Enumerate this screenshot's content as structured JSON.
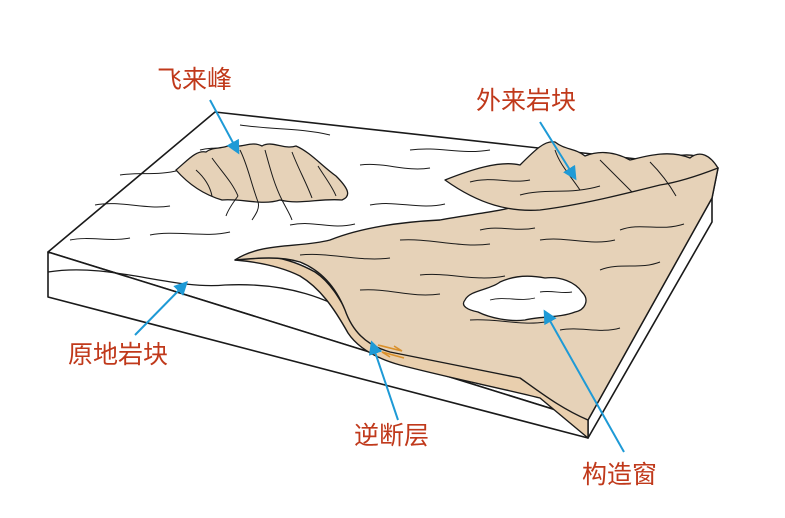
{
  "labels": {
    "klippe": "飞来峰",
    "allochthon": "外来岩块",
    "autochthon": "原地岩块",
    "thrust_fault": "逆断层",
    "tectonic_window": "构造窗"
  },
  "colors": {
    "label_text": "#c0391b",
    "arrow": "#1e9ad6",
    "overthrust_sheet": "#e6d2b8",
    "overthrust_side": "#e9cfae",
    "base_block": "#ffffff",
    "outline": "#1a1a1a",
    "fault_arrow": "#d9902b"
  }
}
